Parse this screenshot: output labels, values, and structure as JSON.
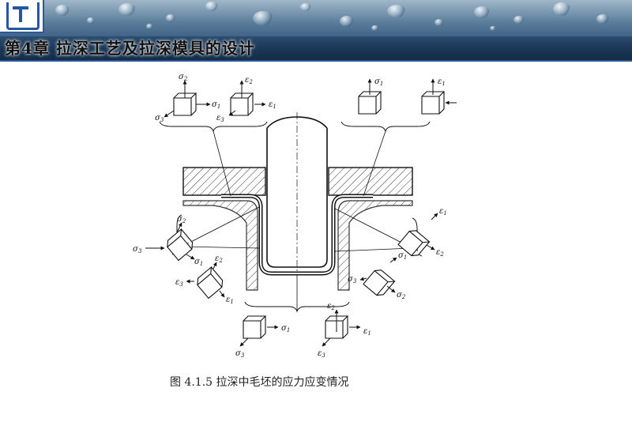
{
  "header": {
    "title": "第4章  拉深工艺及拉深模具的设计"
  },
  "figure": {
    "caption": "图 4.1.5  拉深中毛坯的应力应变情况",
    "symbols": {
      "s1": "σ",
      "s2": "σ",
      "s3": "σ",
      "e1": "ε",
      "e2": "ε",
      "e3": "ε",
      "sub1": "1",
      "sub2": "2",
      "sub3": "3"
    }
  }
}
